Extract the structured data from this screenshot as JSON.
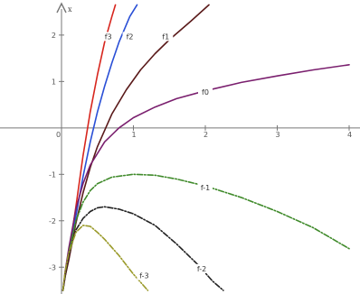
{
  "chart_data": {
    "type": "line",
    "title": "",
    "xlabel": "",
    "ylabel": "x",
    "xlim": [
      0,
      4
    ],
    "ylim": [
      -3.5,
      2.6
    ],
    "x_ticks": [
      {
        "value": 0,
        "label": "0"
      },
      {
        "value": 1,
        "label": "1"
      },
      {
        "value": 2,
        "label": "2"
      },
      {
        "value": 3,
        "label": "3"
      },
      {
        "value": 4,
        "label": "4"
      }
    ],
    "y_ticks": [
      {
        "value": 2,
        "label": "2"
      },
      {
        "value": 1,
        "label": "1"
      },
      {
        "value": 0,
        "label": "0"
      },
      {
        "value": -1,
        "label": "-1"
      },
      {
        "value": -2,
        "label": "-2"
      },
      {
        "value": -3,
        "label": "-3"
      }
    ],
    "grid": false,
    "legend": "none",
    "series": [
      {
        "name": "f3",
        "color": "#d7261e",
        "dash": "solid",
        "points": [
          [
            0.02,
            -3.5
          ],
          [
            0.05,
            -3.2
          ],
          [
            0.1,
            -2.75
          ],
          [
            0.2,
            -1.7
          ],
          [
            0.3,
            -0.6
          ],
          [
            0.4,
            0.35
          ],
          [
            0.5,
            1.15
          ],
          [
            0.6,
            1.85
          ],
          [
            0.7,
            2.4
          ],
          [
            0.75,
            2.65
          ]
        ],
        "label_at": [
          0.65,
          1.95
        ]
      },
      {
        "name": "f2",
        "color": "#2a4fd6",
        "dash": "solid",
        "points": [
          [
            0.02,
            -3.5
          ],
          [
            0.05,
            -3.2
          ],
          [
            0.1,
            -2.8
          ],
          [
            0.2,
            -1.9
          ],
          [
            0.3,
            -1.05
          ],
          [
            0.4,
            -0.3
          ],
          [
            0.5,
            0.35
          ],
          [
            0.6,
            0.9
          ],
          [
            0.7,
            1.4
          ],
          [
            0.8,
            1.85
          ],
          [
            0.95,
            2.4
          ],
          [
            1.05,
            2.65
          ]
        ],
        "label_at": [
          0.95,
          1.95
        ]
      },
      {
        "name": "f1",
        "color": "#5a1a1a",
        "dash": "solid",
        "points": [
          [
            0.02,
            -3.5
          ],
          [
            0.05,
            -3.2
          ],
          [
            0.1,
            -2.85
          ],
          [
            0.2,
            -2.05
          ],
          [
            0.3,
            -1.4
          ],
          [
            0.4,
            -0.85
          ],
          [
            0.5,
            -0.4
          ],
          [
            0.7,
            0.3
          ],
          [
            0.9,
            0.82
          ],
          [
            1.1,
            1.25
          ],
          [
            1.3,
            1.6
          ],
          [
            1.5,
            1.9
          ],
          [
            1.8,
            2.3
          ],
          [
            2.05,
            2.65
          ]
        ],
        "label_at": [
          1.45,
          1.95
        ]
      },
      {
        "name": "f0",
        "color": "#7a1f6e",
        "dash": "solid",
        "points": [
          [
            0.02,
            -3.5
          ],
          [
            0.05,
            -3.1
          ],
          [
            0.1,
            -2.6
          ],
          [
            0.2,
            -1.75
          ],
          [
            0.3,
            -1.2
          ],
          [
            0.4,
            -0.8
          ],
          [
            0.6,
            -0.3
          ],
          [
            0.8,
            0.0
          ],
          [
            1.0,
            0.22
          ],
          [
            1.3,
            0.45
          ],
          [
            1.6,
            0.63
          ],
          [
            2.0,
            0.8
          ],
          [
            2.5,
            0.98
          ],
          [
            3.0,
            1.12
          ],
          [
            3.5,
            1.25
          ],
          [
            4.0,
            1.36
          ]
        ],
        "label_at": [
          2.0,
          0.75
        ]
      },
      {
        "name": "f-1",
        "color": "#3f8a2a",
        "dash": "dashdot",
        "points": [
          [
            0.02,
            -3.5
          ],
          [
            0.05,
            -3.15
          ],
          [
            0.1,
            -2.7
          ],
          [
            0.2,
            -2.0
          ],
          [
            0.3,
            -1.6
          ],
          [
            0.4,
            -1.35
          ],
          [
            0.5,
            -1.2
          ],
          [
            0.7,
            -1.06
          ],
          [
            1.0,
            -1.0
          ],
          [
            1.3,
            -1.02
          ],
          [
            1.6,
            -1.1
          ],
          [
            2.0,
            -1.25
          ],
          [
            2.5,
            -1.5
          ],
          [
            3.0,
            -1.8
          ],
          [
            3.5,
            -2.15
          ],
          [
            4.0,
            -2.6
          ]
        ],
        "label_at": [
          2.0,
          -1.3
        ]
      },
      {
        "name": "f-2",
        "color": "#222222",
        "dash": "dashdot",
        "points": [
          [
            0.02,
            -3.5
          ],
          [
            0.05,
            -3.15
          ],
          [
            0.1,
            -2.75
          ],
          [
            0.2,
            -2.2
          ],
          [
            0.3,
            -1.95
          ],
          [
            0.4,
            -1.8
          ],
          [
            0.5,
            -1.72
          ],
          [
            0.6,
            -1.7
          ],
          [
            0.8,
            -1.75
          ],
          [
            1.0,
            -1.85
          ],
          [
            1.3,
            -2.1
          ],
          [
            1.6,
            -2.5
          ],
          [
            1.9,
            -2.95
          ],
          [
            2.1,
            -3.3
          ],
          [
            2.25,
            -3.5
          ]
        ],
        "label_at": [
          1.95,
          -3.05
        ]
      },
      {
        "name": "f-3",
        "color": "#9a9a2a",
        "dash": "dashdot",
        "points": [
          [
            0.02,
            -3.5
          ],
          [
            0.05,
            -3.1
          ],
          [
            0.1,
            -2.7
          ],
          [
            0.2,
            -2.25
          ],
          [
            0.3,
            -2.1
          ],
          [
            0.4,
            -2.12
          ],
          [
            0.5,
            -2.25
          ],
          [
            0.6,
            -2.4
          ],
          [
            0.8,
            -2.75
          ],
          [
            1.0,
            -3.15
          ],
          [
            1.2,
            -3.5
          ]
        ],
        "label_at": [
          1.15,
          -3.2
        ]
      }
    ]
  }
}
